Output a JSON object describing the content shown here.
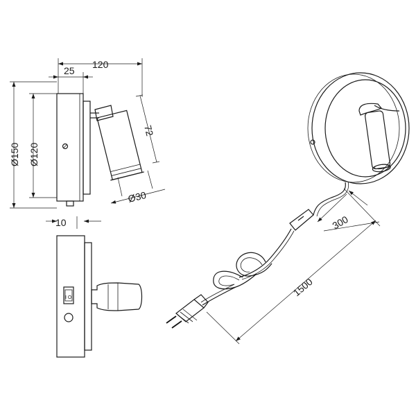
{
  "dimensions": {
    "width_total": "120",
    "width_base": "25",
    "diameter_outer": "Ø150",
    "diameter_inner": "Ø120",
    "head_length": "72",
    "head_diameter": "Ø30",
    "plate_thickness": "10",
    "cable_to_switch": "300",
    "cable_length": "1500"
  },
  "switch_glyph": "I O"
}
